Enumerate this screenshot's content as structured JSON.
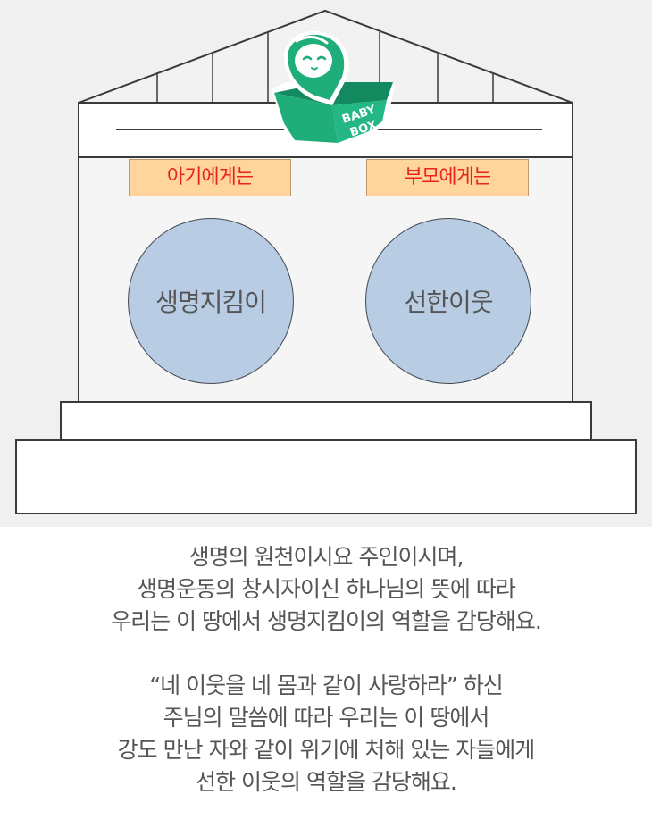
{
  "logo": {
    "text_top": "BABY",
    "text_bottom": "BOX"
  },
  "labels": {
    "left": "아기에게는",
    "right": "부모에게는"
  },
  "circles": {
    "left": "생명지킴이",
    "right": "선한이웃"
  },
  "paragraph_1": [
    "생명의 원천이시요 주인이시며,",
    "생명운동의 창시자이신 하나님의 뜻에 따라",
    "우리는 이 땅에서 생명지킴이의 역할을 감당해요."
  ],
  "paragraph_2": [
    "“네 이웃을 네 몸과 같이 사랑하라” 하신",
    "주님의 말씀에 따라 우리는 이 땅에서",
    "강도 만난 자와 같이 위기에 처해 있는 자들에게",
    "선한 이웃의 역할을 감당해요."
  ],
  "colors": {
    "background": "#f0f0f0",
    "label_fill": "#ffd59d",
    "label_text": "#e8251c",
    "circle_fill": "#b8cce4",
    "logo_green": "#1fae7a",
    "body_text": "#555555"
  }
}
